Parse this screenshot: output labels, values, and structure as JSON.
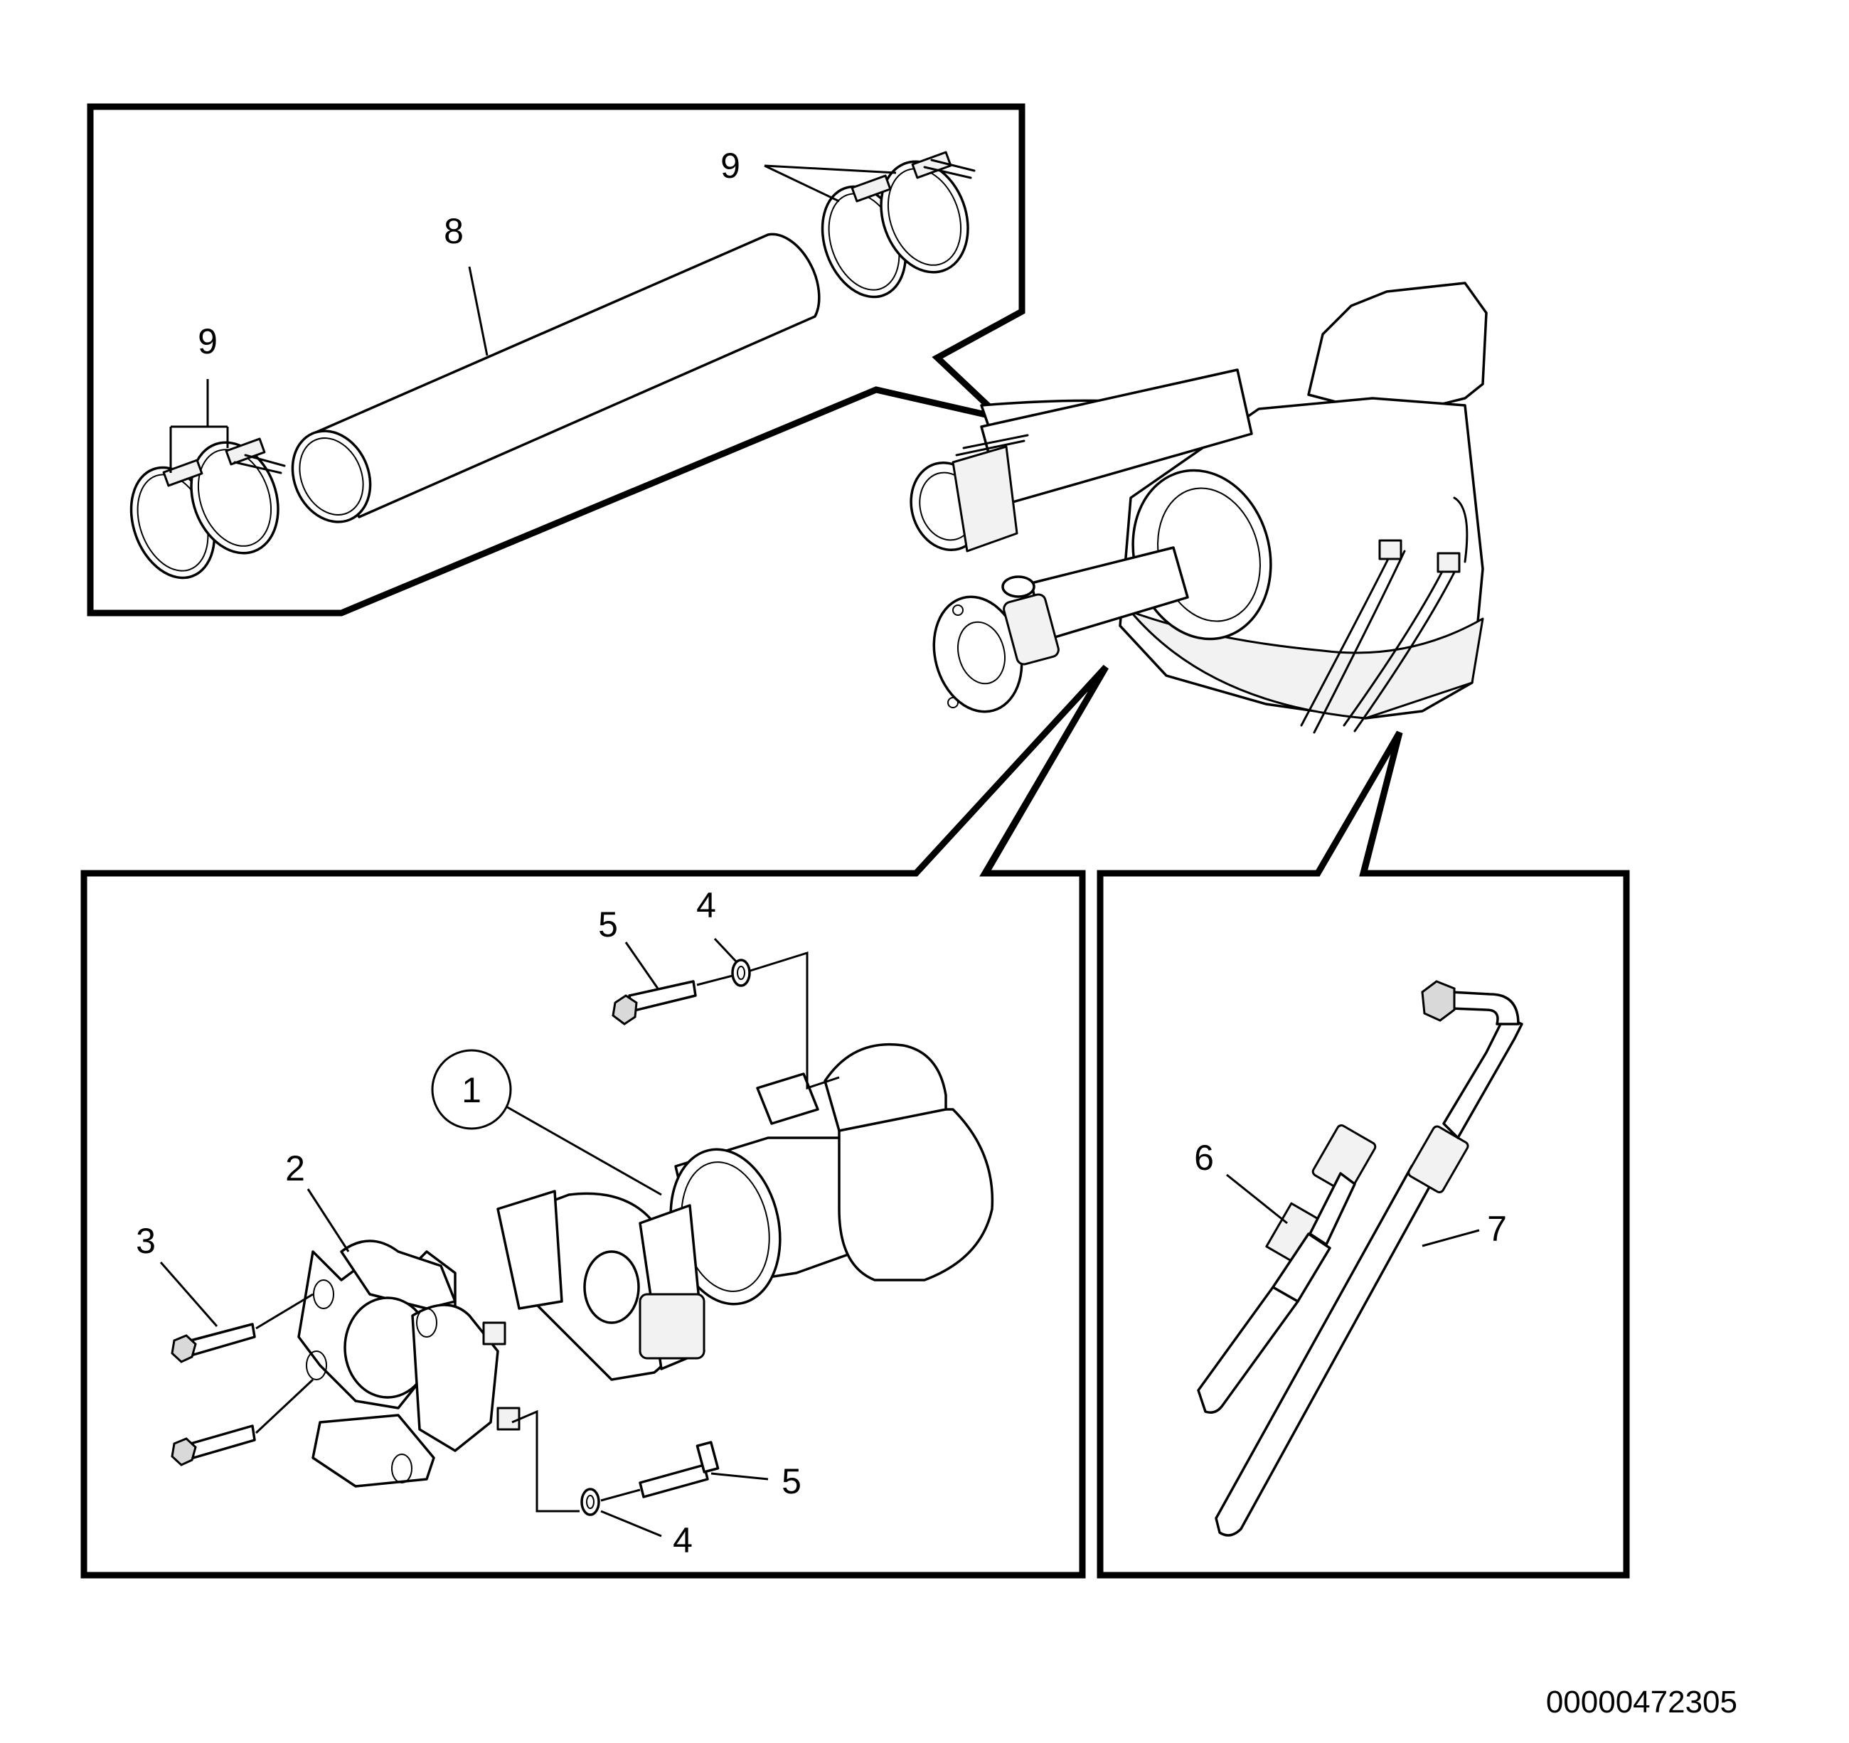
{
  "callouts": {
    "item1": "1",
    "item2": "2",
    "item3": "3",
    "item4_top": "4",
    "item4_bottom": "4",
    "item5_top": "5",
    "item5_bottom": "5",
    "item6": "6",
    "item7": "7",
    "item8": "8",
    "item9_top": "9",
    "item9_left": "9"
  },
  "document_id": "00000472305",
  "colors": {
    "line": "#000000",
    "background": "#ffffff"
  }
}
